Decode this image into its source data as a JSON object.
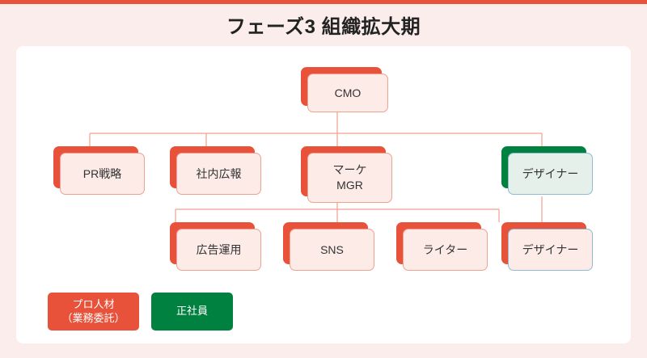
{
  "theme": {
    "background": "#fbedeb",
    "accent_red": "#e8513a",
    "accent_green": "#00813f",
    "node_fill_red": "#fcebe7",
    "node_fill_green": "#e4f0e9",
    "border_red": "#f0a18f",
    "border_blue": "#8fbcd4",
    "card_background": "#ffffff",
    "text_color": "#333333"
  },
  "header": {
    "title": "フェーズ3 組織拡大期"
  },
  "chart_data": {
    "type": "diagram",
    "title": "フェーズ3 組織拡大期",
    "layout": "org-chart",
    "levels": 3,
    "nodes": [
      {
        "id": "cmo",
        "label": "CMO",
        "level": 1,
        "style": "red",
        "parent": null
      },
      {
        "id": "pr",
        "label": "PR戦略",
        "level": 2,
        "style": "red",
        "parent": "cmo"
      },
      {
        "id": "pr_intl",
        "label": "社内広報",
        "level": 2,
        "style": "red",
        "parent": "cmo"
      },
      {
        "id": "mkt_mgr",
        "label": "マーケ\nMGR",
        "level": 2,
        "style": "red",
        "parent": "cmo"
      },
      {
        "id": "designer_g",
        "label": "デザイナー",
        "level": 2,
        "style": "green",
        "parent": "cmo"
      },
      {
        "id": "ads",
        "label": "広告運用",
        "level": 3,
        "style": "red",
        "parent": "mkt_mgr"
      },
      {
        "id": "sns",
        "label": "SNS",
        "level": 3,
        "style": "red",
        "parent": "mkt_mgr"
      },
      {
        "id": "writer",
        "label": "ライター",
        "level": 3,
        "style": "red",
        "parent": "mkt_mgr"
      },
      {
        "id": "designer_r",
        "label": "デザイナー",
        "level": 3,
        "style": "red-blue",
        "parent": "designer_g"
      }
    ]
  },
  "nodes": {
    "cmo": {
      "line1": "CMO"
    },
    "pr": {
      "line1": "PR戦略"
    },
    "internal_pr": {
      "line1": "社内広報"
    },
    "mkt_mgr": {
      "line1": "マーケ",
      "line2": "MGR"
    },
    "designer_green": {
      "line1": "デザイナー"
    },
    "ads": {
      "line1": "広告運用"
    },
    "sns": {
      "line1": "SNS"
    },
    "writer": {
      "line1": "ライター"
    },
    "designer_red": {
      "line1": "デザイナー"
    }
  },
  "legend": {
    "items": [
      {
        "line1": "プロ人材",
        "line2": "（業務委託）",
        "color": "#e8513a"
      },
      {
        "line1": "正社員",
        "line2": "",
        "color": "#00813f"
      }
    ]
  }
}
